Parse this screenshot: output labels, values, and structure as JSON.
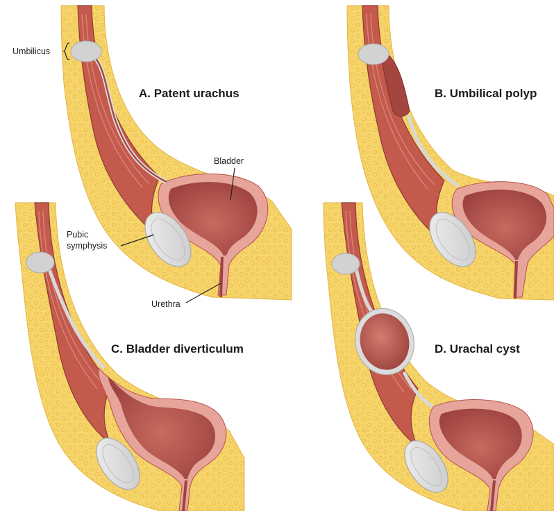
{
  "panels": {
    "a": {
      "title": "A. Patent urachus"
    },
    "b": {
      "title": "B. Umbilical polyp"
    },
    "c": {
      "title": "C. Bladder diverticulum"
    },
    "d": {
      "title": "D. Urachal cyst"
    }
  },
  "callouts": {
    "umbilicus": "Umbilicus",
    "bladder": "Bladder",
    "pubic_1": "Pubic",
    "pubic_2": "symphysis",
    "urethra": "Urethra"
  },
  "colors": {
    "fat": "#f6d56a",
    "fat_edge": "#e9b940",
    "muscle": "#c45a4c",
    "muscle_dark": "#8e3a33",
    "muscle_stripe": "#d98579",
    "bladder_wall": "#e7a49a",
    "bladder_lumen": "#b4524b",
    "bone": "#dcdcdc",
    "bone_edge": "#a9a9a9",
    "umbilicus": "#d2d2d2"
  }
}
